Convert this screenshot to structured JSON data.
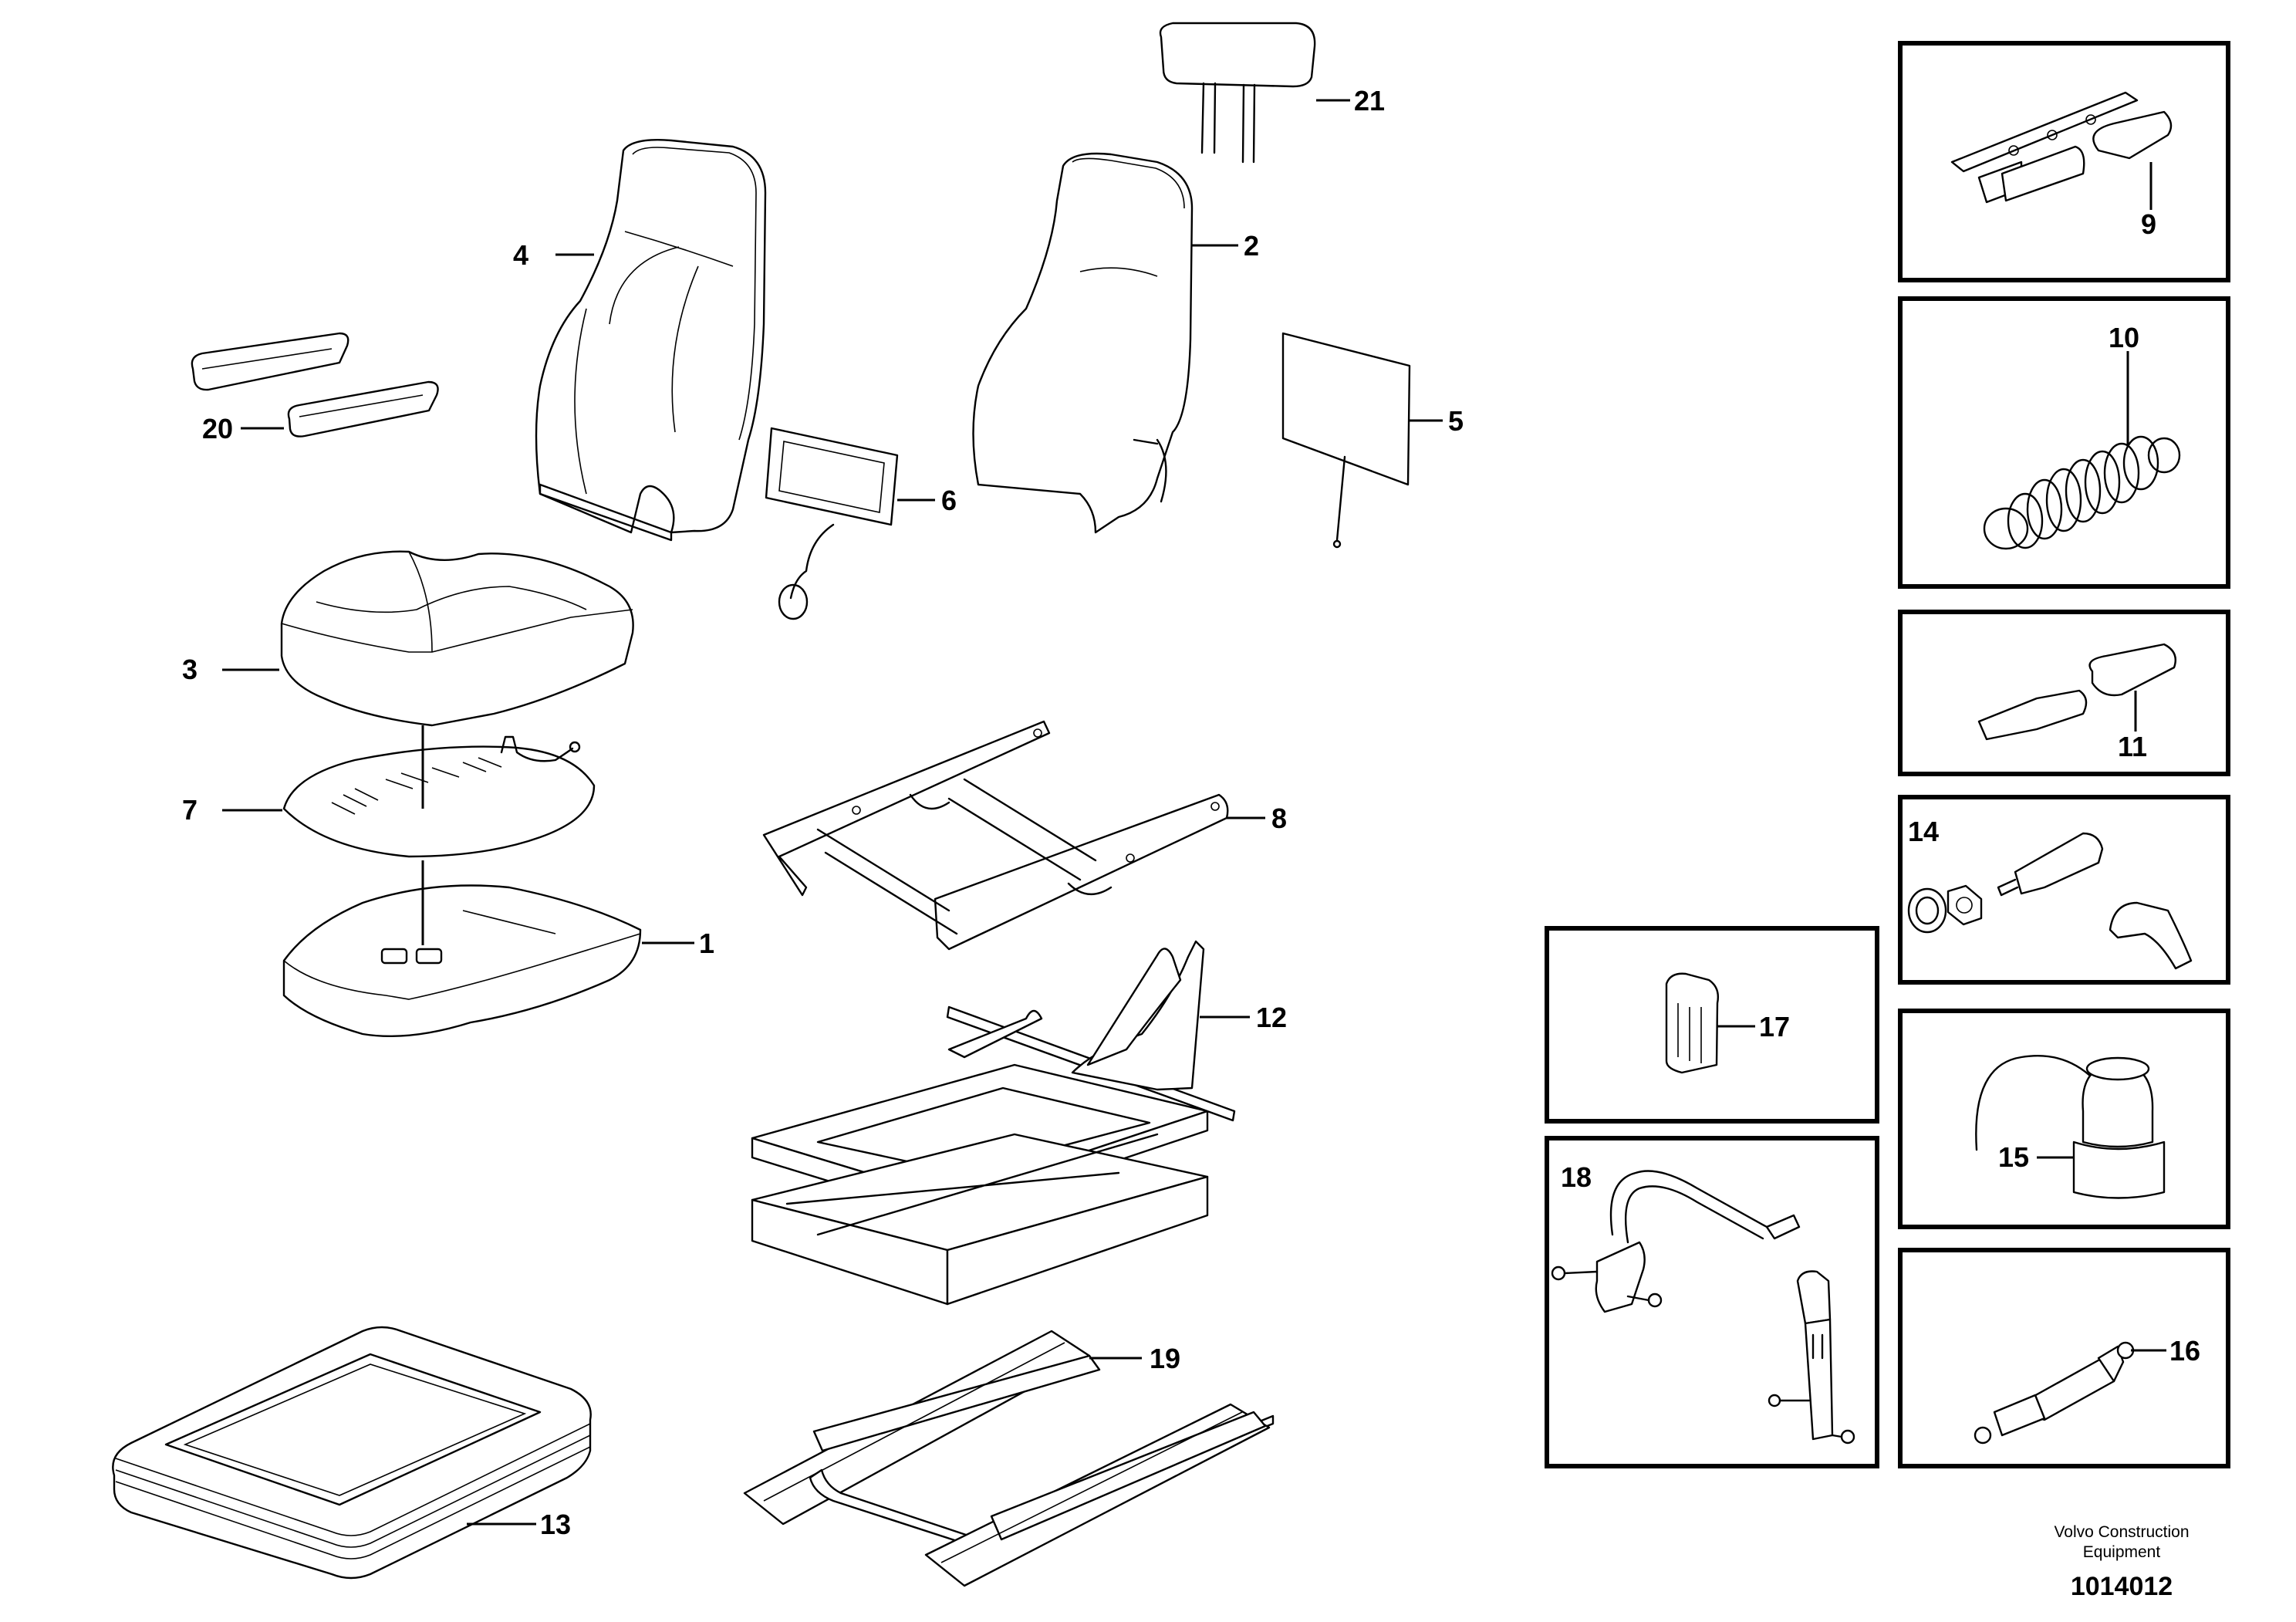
{
  "labels": {
    "p1": "1",
    "p2": "2",
    "p3": "3",
    "p4": "4",
    "p5": "5",
    "p6": "6",
    "p7": "7",
    "p8": "8",
    "p9": "9",
    "p10": "10",
    "p11": "11",
    "p12": "12",
    "p13": "13",
    "p14": "14",
    "p15": "15",
    "p16": "16",
    "p17": "17",
    "p18": "18",
    "p19": "19",
    "p20": "20",
    "p21": "21"
  },
  "footer": {
    "company_line1": "Volvo Construction",
    "company_line2": "Equipment",
    "reference": "1014012"
  }
}
